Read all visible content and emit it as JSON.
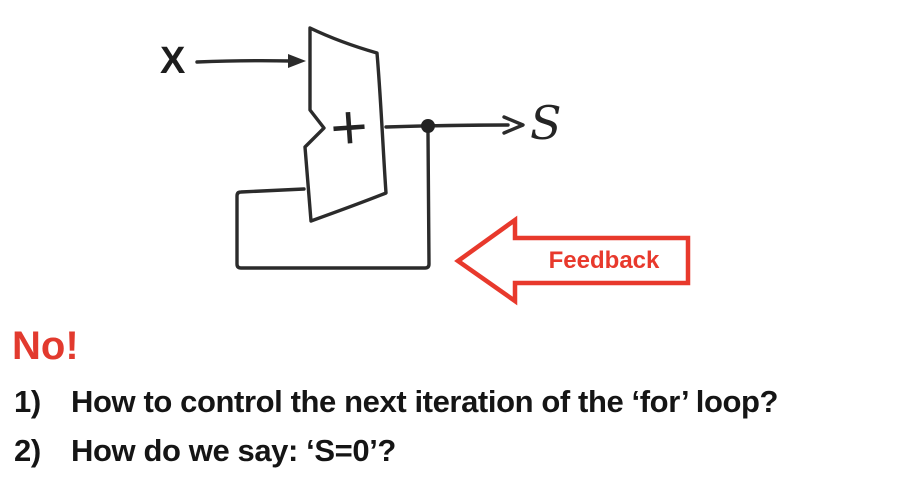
{
  "colors": {
    "accent_red": "#e8392c",
    "heading_red": "#e23a2e",
    "ink": "#2b2b2b"
  },
  "diagram": {
    "input_label": "X",
    "operator": "+",
    "output_label": "S",
    "feedback_label": "Feedback"
  },
  "content": {
    "heading": "No!",
    "items": [
      {
        "number": "1)",
        "text": "How to control the next iteration of the ‘for’ loop?"
      },
      {
        "number": "2)",
        "text": "How do we say: ‘S=0’?"
      }
    ]
  }
}
